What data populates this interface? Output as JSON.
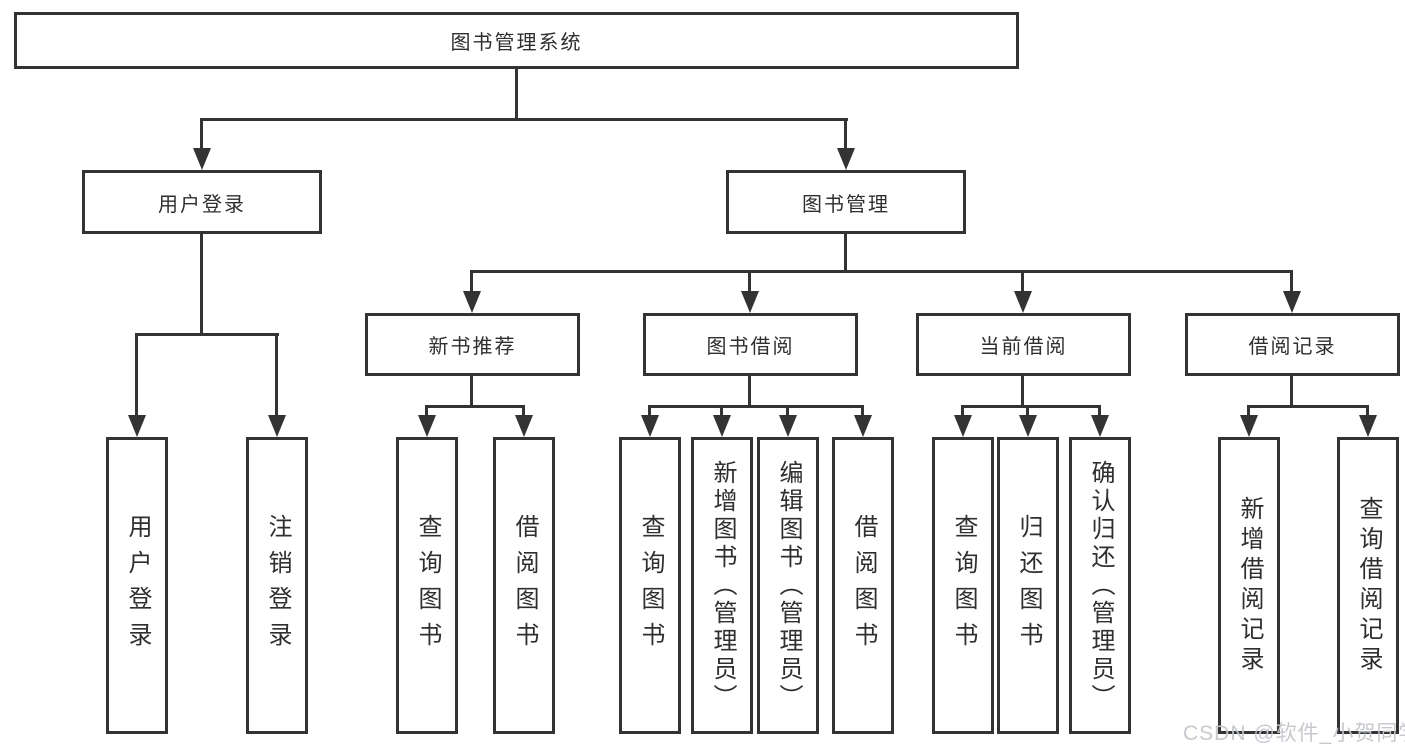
{
  "diagram": {
    "root": {
      "label": "图书管理系统"
    },
    "level2": [
      {
        "label": "用户登录"
      },
      {
        "label": "图书管理"
      }
    ],
    "level3": [
      {
        "label": "新书推荐"
      },
      {
        "label": "图书借阅"
      },
      {
        "label": "当前借阅"
      },
      {
        "label": "借阅记录"
      }
    ],
    "leaves": [
      {
        "label": "用户登录"
      },
      {
        "label": "注销登录"
      },
      {
        "label": "查询图书"
      },
      {
        "label": "借阅图书"
      },
      {
        "label": "查询图书"
      },
      {
        "label": "新增图书（管理员）"
      },
      {
        "label": "编辑图书（管理员）"
      },
      {
        "label": "借阅图书"
      },
      {
        "label": "查询图书"
      },
      {
        "label": "归还图书"
      },
      {
        "label": "确认归还（管理员）"
      },
      {
        "label": "新增借阅记录"
      },
      {
        "label": "查询借阅记录"
      }
    ],
    "hierarchy": {
      "图书管理系统": {
        "用户登录": [
          "用户登录",
          "注销登录"
        ],
        "图书管理": {
          "新书推荐": [
            "查询图书",
            "借阅图书"
          ],
          "图书借阅": [
            "查询图书",
            "新增图书（管理员）",
            "编辑图书（管理员）",
            "借阅图书"
          ],
          "当前借阅": [
            "查询图书",
            "归还图书",
            "确认归还（管理员）"
          ],
          "借阅记录": [
            "新增借阅记录",
            "查询借阅记录"
          ]
        }
      }
    },
    "watermark": "CSDN @软件_小贺同学",
    "colors": {
      "line": "#333333",
      "text": "#2f2f2f",
      "background": "#ffffff",
      "watermark": "#c3c7cc"
    }
  }
}
